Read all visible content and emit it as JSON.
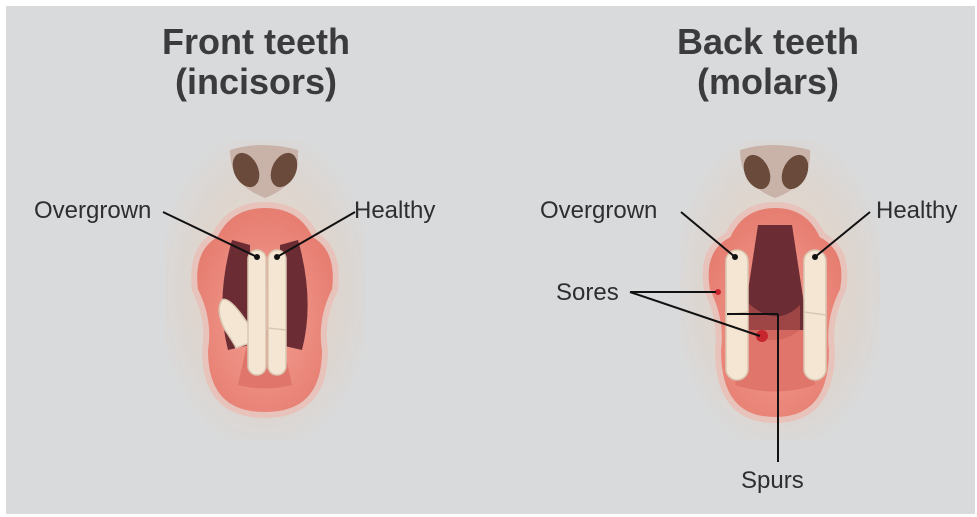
{
  "diagram": {
    "panels": [
      {
        "title_line1": "Front teeth",
        "title_line2": "(incisors)",
        "labels": {
          "overgrown": "Overgrown",
          "healthy": "Healthy"
        }
      },
      {
        "title_line1": "Back teeth",
        "title_line2": "(molars)",
        "labels": {
          "overgrown": "Overgrown",
          "healthy": "Healthy",
          "sores": "Sores",
          "spurs": "Spurs"
        }
      }
    ],
    "colors": {
      "background": "#d9dadb",
      "gum": "#e9897d",
      "tooth": "#f4e6d2",
      "throat": "#6b2d33",
      "sore": "#c7262e"
    }
  }
}
